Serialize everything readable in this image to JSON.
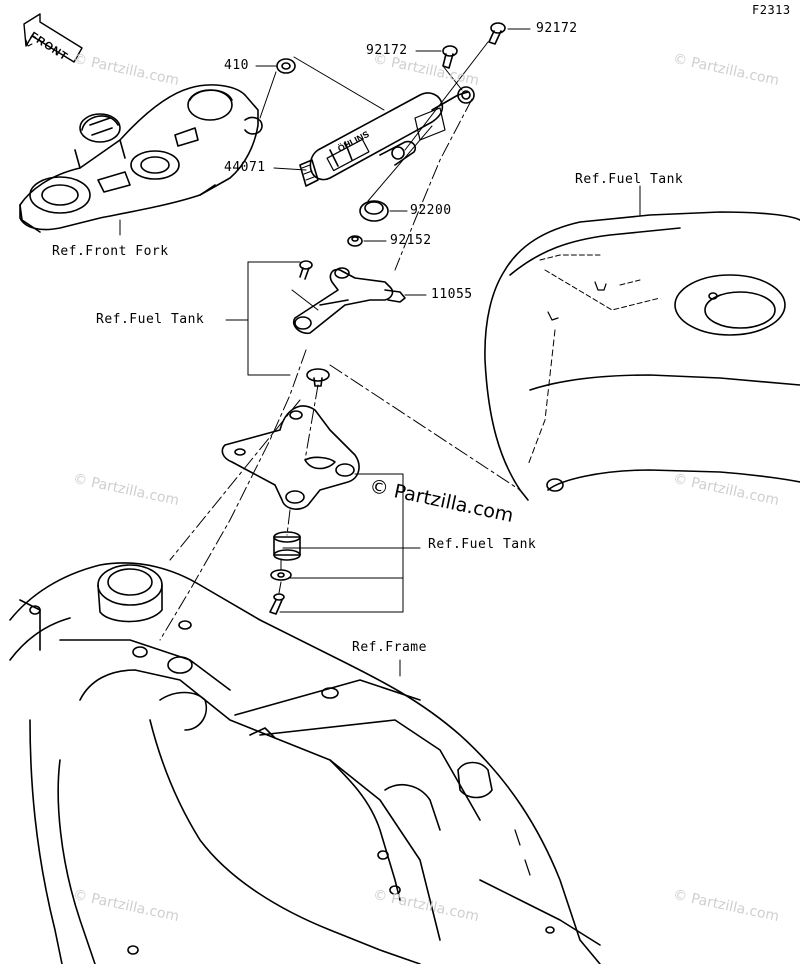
{
  "figure_code": "F2313",
  "front_arrow_label": "FRONT",
  "watermark_text": "© Partzilla.com",
  "parts": {
    "p410": "410",
    "p92172_a": "92172",
    "p92172_b": "92172",
    "p44071": "44071",
    "p92200": "92200",
    "p92152": "92152",
    "p11055": "11055"
  },
  "references": {
    "front_fork": "Ref.Front Fork",
    "fuel_tank_top": "Ref.Fuel Tank",
    "fuel_tank_left": "Ref.Fuel Tank",
    "fuel_tank_mid": "Ref.Fuel Tank",
    "frame": "Ref.Frame"
  },
  "damper_brand": "ÖHLINS"
}
